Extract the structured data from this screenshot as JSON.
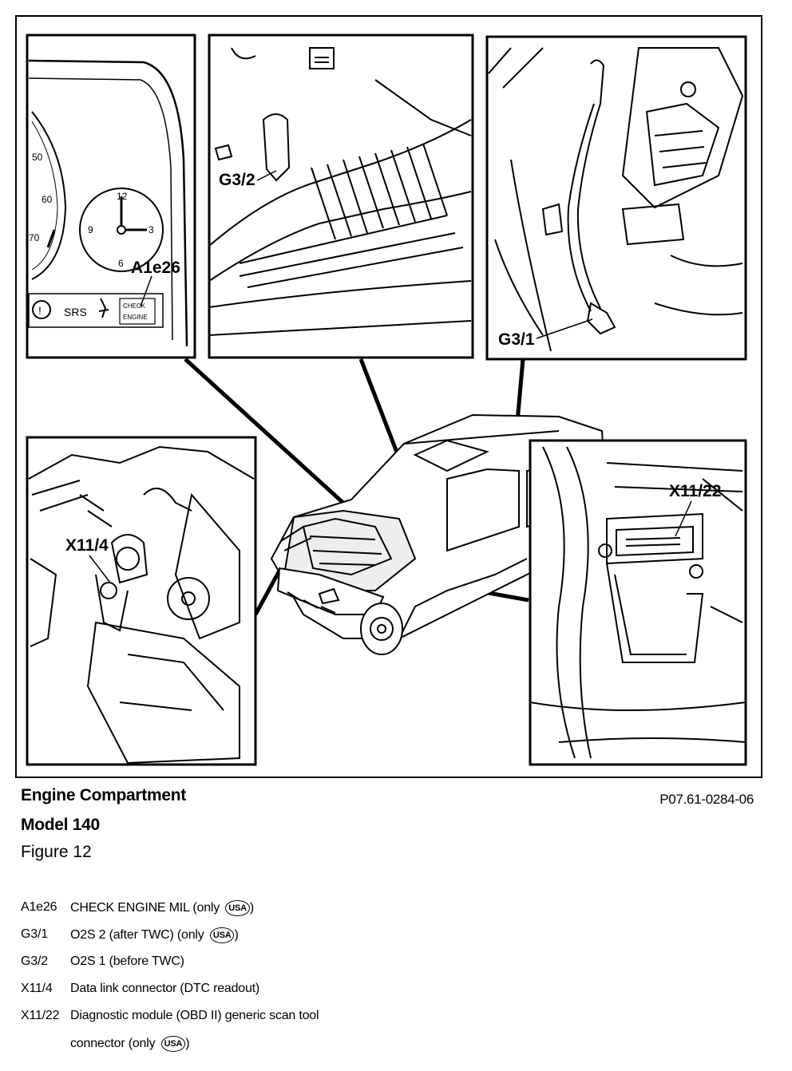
{
  "figure": {
    "callouts": {
      "a1e26": "A1e26",
      "g32": "G3/2",
      "g31": "G3/1",
      "x114": "X11/4",
      "x1122": "X11/22"
    },
    "cluster": {
      "speed_ticks": [
        "50",
        "60",
        "70"
      ],
      "clock_ticks": [
        "12",
        "3",
        "6",
        "9"
      ],
      "srs_label": "SRS",
      "check_line1": "CHECK",
      "check_line2": "ENGINE"
    }
  },
  "caption": {
    "title": "Engine Compartment",
    "model": "Model 140",
    "figure": "Figure 12",
    "doc_number": "P07.61-0284-06"
  },
  "legend": {
    "badge": "USA",
    "items": [
      {
        "code": "A1e26",
        "desc": "CHECK ENGINE MIL (only",
        "suffix": ")"
      },
      {
        "code": "G3/1",
        "desc": "O2S 2 (after TWC) (only",
        "suffix": ")"
      },
      {
        "code": "G3/2",
        "desc": "O2S 1 (before TWC)"
      },
      {
        "code": "X11/4",
        "desc": "Data link connector (DTC readout)"
      },
      {
        "code": "X11/22",
        "desc": "Diagnostic module (OBD II) generic scan tool"
      }
    ],
    "continuation": "connector (only",
    "continuation_suffix": ")"
  }
}
